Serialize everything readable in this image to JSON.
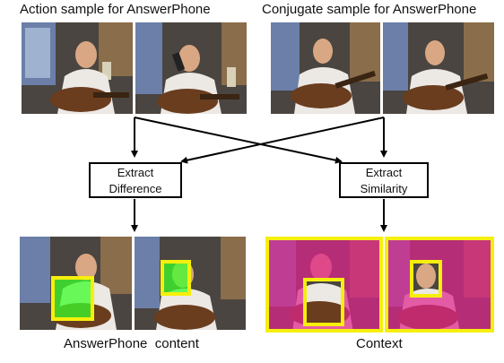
{
  "captions": {
    "action_title": "Action sample for AnswerPhone",
    "conjugate_title": "Conjugate sample for AnswerPhone",
    "content_label": "AnswerPhone  content",
    "context_label": "Context"
  },
  "boxes": {
    "extract_difference": [
      "Extract",
      "Difference"
    ],
    "extract_similarity": [
      "Extract",
      "Similarity"
    ]
  },
  "colors": {
    "highlight": "#f6ef0c",
    "content_tint": "#3cff2a",
    "context_tint": "#e0248c",
    "arrow": "#000000"
  },
  "icons": [
    "arrow-icon"
  ]
}
